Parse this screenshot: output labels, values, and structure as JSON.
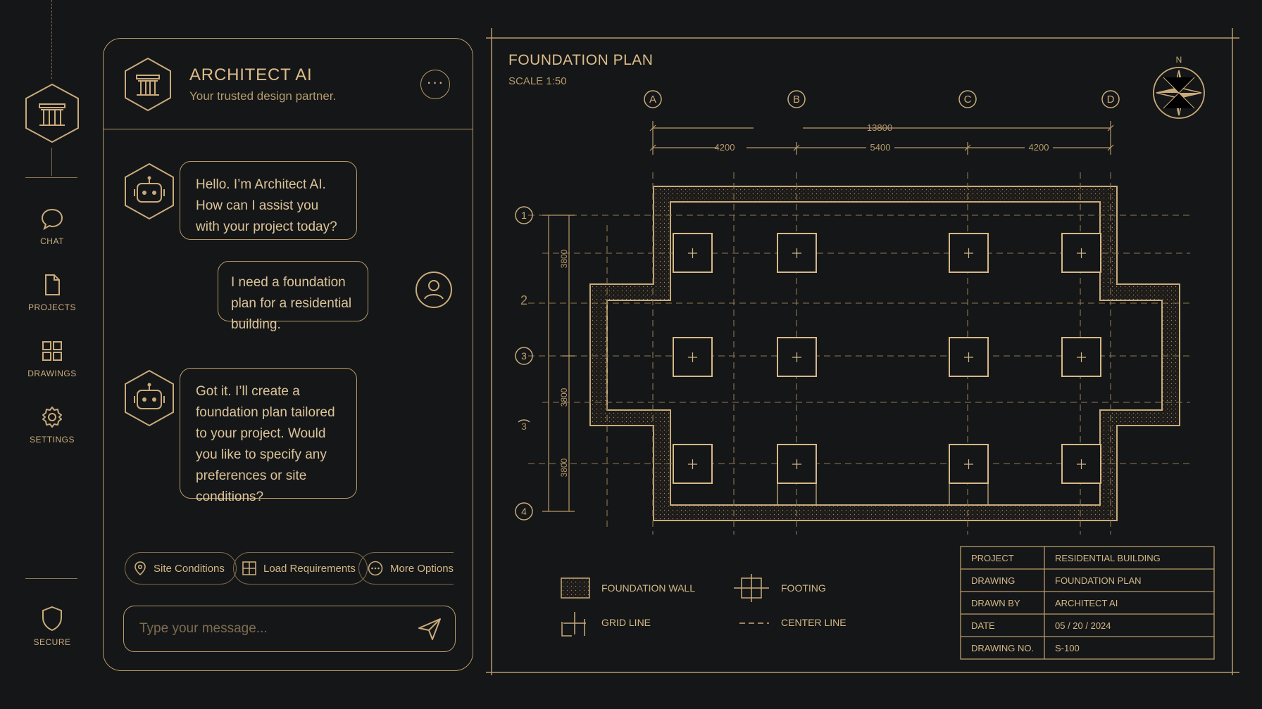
{
  "nav": {
    "items": [
      {
        "label": "CHAT",
        "icon": "chat-bubble-icon"
      },
      {
        "label": "PROJECTS",
        "icon": "document-icon"
      },
      {
        "label": "DRAWINGS",
        "icon": "grid-icon"
      },
      {
        "label": "SETTINGS",
        "icon": "gear-icon"
      }
    ],
    "secure_label": "SECURE"
  },
  "chat": {
    "title": "ARCHITECT AI",
    "subtitle": "Your trusted design partner.",
    "more_label": "···",
    "messages": [
      {
        "role": "assistant",
        "text": "Hello. I’m Architect AI. How can I assist you with your project today?"
      },
      {
        "role": "user",
        "text": "I need a foundation plan for a residential building."
      },
      {
        "role": "assistant",
        "text": "Got it. I’ll create a foundation plan tailored to your project. Would you like to specify any preferences or site conditions?"
      }
    ],
    "chips": [
      {
        "label": "Site Conditions",
        "icon": "location-pin-icon"
      },
      {
        "label": "Load Requirements",
        "icon": "grid-icon"
      },
      {
        "label": "More Options",
        "icon": "more-circle-icon"
      }
    ],
    "input_placeholder": "Type your message..."
  },
  "drawing": {
    "title": "FOUNDATION PLAN",
    "scale": "SCALE 1:50",
    "compass_label": "N",
    "grid_columns": [
      "A",
      "B",
      "C",
      "D"
    ],
    "grid_rows": [
      "1",
      "2",
      "3",
      "3",
      "4"
    ],
    "dim_total": "13800",
    "dim_spans": [
      "4200",
      "5400",
      "4200"
    ],
    "dim_rows": [
      "3800",
      "3800",
      "3800"
    ],
    "legend": [
      {
        "label": "FOUNDATION WALL",
        "icon": "hatched-wall-icon"
      },
      {
        "label": "FOOTING",
        "icon": "footing-icon"
      },
      {
        "label": "GRID LINE",
        "icon": "grid-line-icon"
      },
      {
        "label": "CENTER LINE",
        "icon": "center-line-icon"
      }
    ],
    "title_block": [
      {
        "key": "PROJECT",
        "value": "RESIDENTIAL BUILDING"
      },
      {
        "key": "DRAWING",
        "value": "FOUNDATION PLAN"
      },
      {
        "key": "DRAWN BY",
        "value": "ARCHITECT AI"
      },
      {
        "key": "DATE",
        "value": "05 / 20 / 2024"
      },
      {
        "key": "DRAWING NO.",
        "value": "S-100"
      }
    ]
  },
  "colors": {
    "background": "#151617",
    "accent": "#d6b887"
  }
}
